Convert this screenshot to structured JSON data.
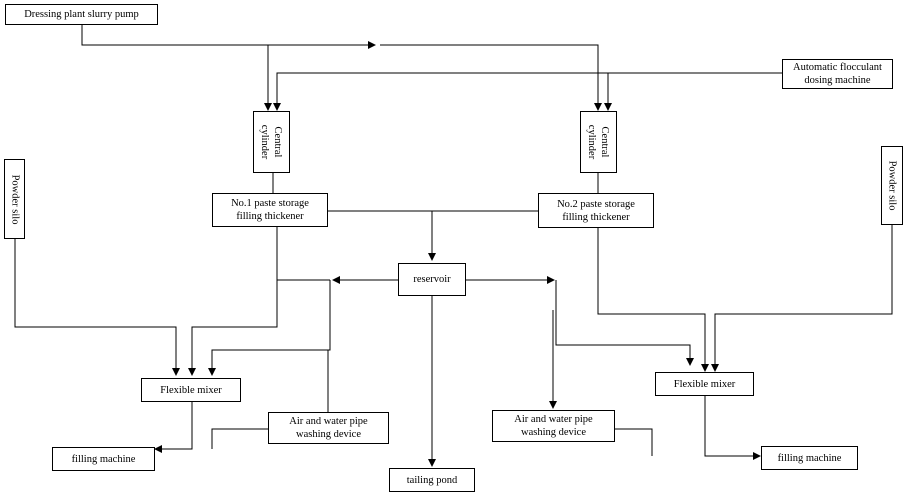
{
  "nodes": {
    "slurry_pump": "Dressing plant slurry pump",
    "flocculant_line1": "Automatic flocculant",
    "flocculant_line2": "dosing machine",
    "central_cylinder_1_line1": "Central",
    "central_cylinder_1_line2": "cylinder",
    "central_cylinder_2_line1": "Central",
    "central_cylinder_2_line2": "cylinder",
    "thickener_1_line1": "No.1 paste storage",
    "thickener_1_line2": "filling thickener",
    "thickener_2_line1": "No.2 paste storage",
    "thickener_2_line2": "filling thickener",
    "powder_silo_left": "Powder silo",
    "powder_silo_right": "Powder silo",
    "reservoir": "reservoir",
    "flexible_mixer_1": "Flexible mixer",
    "flexible_mixer_2": "Flexible mixer",
    "washing_device_1_line1": "Air and water pipe",
    "washing_device_1_line2": "washing device",
    "washing_device_2_line1": "Air and water pipe",
    "washing_device_2_line2": "washing device",
    "filling_machine_1": "filling machine",
    "filling_machine_2": "filling machine",
    "tailing_pond": "tailing pond"
  },
  "colors": {
    "line": "#000000",
    "background": "#ffffff"
  }
}
